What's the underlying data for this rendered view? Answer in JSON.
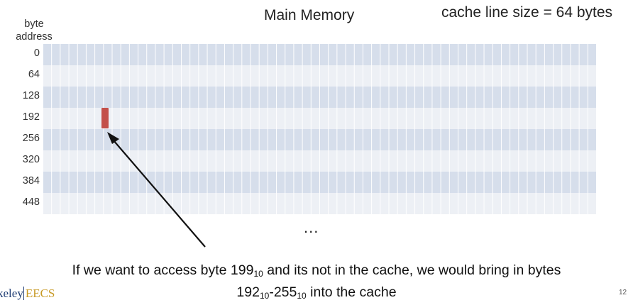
{
  "title": "Main Memory",
  "line_size_text": "cache line size = 64 bytes",
  "address_header": "byte address",
  "row_labels": [
    "0",
    "64",
    "128",
    "192",
    "256",
    "320",
    "384",
    "448"
  ],
  "ellipsis": "...",
  "caption": {
    "line1_pre": "If we want to access byte 199",
    "line1_sub": "10",
    "line1_post": " and its not in the cache, we would bring in bytes",
    "line2_a": "192",
    "line2_a_sub": "10",
    "line2_mid": "-255",
    "line2_b_sub": "10",
    "line2_post": " into the cache"
  },
  "logo": {
    "left": "keley",
    "right": "EECS"
  },
  "page_number": "12",
  "colors": {
    "row_dark": "#d6deeb",
    "row_light": "#edf0f5",
    "highlight": "#c3504a",
    "logo_blue": "#1f3d74",
    "logo_gold": "#c79a26"
  }
}
